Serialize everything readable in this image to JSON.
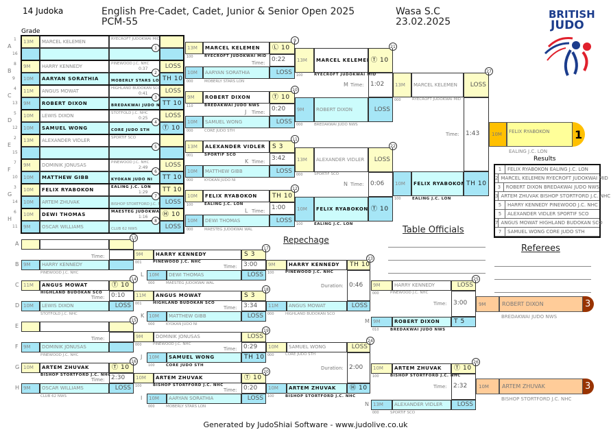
{
  "header": {
    "count": "14 Judoka",
    "title": "English Pre-Cadet, Cadet, Junior & Senior Open 2025",
    "category": "PCM-55",
    "venue": "Wasa S.C",
    "date": "23.02.2025",
    "grade_label": "Grade"
  },
  "logo": {
    "line1": "BRITISH",
    "line2": "JUDO"
  },
  "colors": {
    "yellow": "#fdfdc6",
    "blue": "#a6e6f6",
    "cyan": "#ccfcfc",
    "gold": "#ffc000",
    "bronze": "#ffcc99",
    "bronze_dark": "#993300",
    "logo_blue": "#1b3c8c",
    "logo_red": "#e0202c"
  },
  "labels": {
    "time": "Time:",
    "duration": "Duration:",
    "repechage": "Repechage",
    "table_officials": "Table Officials",
    "referees": "Referees",
    "results": "Results",
    "footer": "Generated by JudoShiai Software - www.judolive.co.uk"
  },
  "round1": [
    {
      "num": "1",
      "letter": "A",
      "time": "",
      "top": {
        "seed": "1",
        "grade": "13M",
        "name": "MARCEL KELEMEN",
        "club": "RYECROFT JUDOKWAI MID",
        "score": "",
        "win": false
      },
      "bot": {
        "seed": "16",
        "grade": "",
        "name": "",
        "club": "",
        "score": "",
        "win": false
      }
    },
    {
      "num": "2",
      "letter": "B",
      "time": "0:37",
      "top": {
        "seed": "8",
        "grade": "9M",
        "name": "HARRY KENNEDY",
        "club": "PINEWOOD J.C. NHC",
        "score": "LOSS",
        "win": false
      },
      "bot": {
        "seed": "9",
        "grade": "10M",
        "name": "AARYAN SORATHIA",
        "club": "MOBERLY STARS LON",
        "score": "TH 10",
        "win": true
      }
    },
    {
      "num": "3",
      "letter": "C",
      "time": "0:41",
      "top": {
        "seed": "4",
        "grade": "11M",
        "name": "ANGUS MOWAT",
        "club": "HIGHLAND BUDOKAN SCO",
        "score": "LOSS",
        "win": false
      },
      "bot": {
        "seed": "13",
        "grade": "9M",
        "name": "ROBERT DIXON",
        "club": "BREDAKWAI JUDO NWS",
        "score": "TT 10",
        "win": true
      }
    },
    {
      "num": "4",
      "letter": "D",
      "time": "0:25",
      "top": {
        "seed": "5",
        "grade": "10M",
        "name": "LEWIS DIXON",
        "club": "STOTFOLD J.C. NHC",
        "score": "LOSS",
        "win": false
      },
      "bot": {
        "seed": "12",
        "grade": "10M",
        "name": "SAMUEL WONG",
        "club": "CORE JUDO STH",
        "score": "Ⓣ 10",
        "win": true
      }
    },
    {
      "num": "5",
      "letter": "E",
      "time": "",
      "top": {
        "seed": "2",
        "grade": "13M",
        "name": "ALEXANDER VIDLER",
        "club": "SPORTIF SCO",
        "score": "",
        "win": false
      },
      "bot": {
        "seed": "15",
        "grade": "",
        "name": "",
        "club": "",
        "score": "",
        "win": false
      }
    },
    {
      "num": "6",
      "letter": "F",
      "time": "2:49",
      "top": {
        "seed": "7",
        "grade": "9M",
        "name": "DOMINIK JONUSAS",
        "club": "PINEWOOD J.C. NHC",
        "score": "LOSS",
        "win": false
      },
      "bot": {
        "seed": "10",
        "grade": "10M",
        "name": "MATTHEW GIBB",
        "club": "KYOKAN JUDO NI",
        "score": "TT 10",
        "win": true
      }
    },
    {
      "num": "7",
      "letter": "G",
      "time": "1:29",
      "top": {
        "seed": "3",
        "grade": "10M",
        "name": "FELIX RYABOKON",
        "club": "EALING J.C. LON",
        "score": "TT 10",
        "win": true
      },
      "bot": {
        "seed": "14",
        "grade": "10M",
        "name": "ARTEM ZHUVAK",
        "club": "BISHOP STORTFORD J.C. NHC",
        "score": "LOSS",
        "win": false
      }
    },
    {
      "num": "8",
      "letter": "H",
      "time": "1:16",
      "top": {
        "seed": "6",
        "grade": "10M",
        "name": "DEWI THOMAS",
        "club": "MAESTEG JUDOKWAI WAL",
        "score": "Ⓗ 10",
        "win": true
      },
      "bot": {
        "seed": "11",
        "grade": "9M",
        "name": "OSCAR WILLIAMS",
        "club": "CLUB 62 NWS",
        "score": "LOSS",
        "win": false
      }
    }
  ],
  "round2": [
    {
      "num": "9",
      "letter": "",
      "time": "0:22",
      "top": {
        "grade": "13M",
        "name": "MARCEL KELEMEN",
        "club": "RYECROFT JUDOKWAI MID",
        "score": "Ⓛ 10",
        "code": "100",
        "win": true
      },
      "bot": {
        "grade": "10M",
        "name": "AARYAN SORATHIA",
        "club": "MOBERLY STARS LON",
        "score": "LOSS",
        "code": "000",
        "win": false
      }
    },
    {
      "num": "10",
      "letter": "J",
      "time": "0:20",
      "top": {
        "grade": "9M",
        "name": "ROBERT DIXON",
        "club": "BREDAKWAI JUDO NWS",
        "score": "Ⓣ 10",
        "code": "110",
        "win": true
      },
      "bot": {
        "grade": "10M",
        "name": "SAMUEL WONG",
        "club": "CORE JUDO STH",
        "score": "LOSS",
        "code": "000",
        "win": false
      }
    },
    {
      "num": "11",
      "letter": "K",
      "time": "3:42",
      "top": {
        "grade": "13M",
        "name": "ALEXANDER VIDLER",
        "club": "SPORTIF SCO",
        "score": "S 3",
        "code": "001",
        "win": true
      },
      "bot": {
        "grade": "10M",
        "name": "MATTHEW GIBB",
        "club": "KYOKAN JUDO NI",
        "score": "LOSS",
        "code": "000",
        "win": false
      }
    },
    {
      "num": "12",
      "letter": "L",
      "time": "1:00",
      "top": {
        "grade": "10M",
        "name": "FELIX RYABOKON",
        "club": "EALING J.C. LON",
        "score": "TH 10",
        "code": "100",
        "win": true
      },
      "bot": {
        "grade": "10M",
        "name": "DEWI THOMAS",
        "club": "MAESTEG JUDOKWAI WAL",
        "score": "LOSS",
        "code": "000",
        "win": false
      }
    }
  ],
  "round3": [
    {
      "num": "21",
      "letter": "M",
      "time": "1:02",
      "top": {
        "grade": "13M",
        "name": "MARCEL KELEMEN",
        "club": "RYECROFT JUDOKWAI MID",
        "score": "Ⓣ 10",
        "code": "100",
        "win": true
      },
      "bot": {
        "grade": "9M",
        "name": "ROBERT DIXON",
        "club": "BREDAKWAI JUDO NWS",
        "score": "LOSS",
        "code": "000",
        "win": false
      }
    },
    {
      "num": "22",
      "letter": "N",
      "time": "0:06",
      "top": {
        "grade": "13M",
        "name": "ALEXANDER VIDLER",
        "club": "SPORTIF SCO",
        "score": "LOSS",
        "code": "000",
        "win": false
      },
      "bot": {
        "grade": "10M",
        "name": "FELIX RYABOKON",
        "club": "EALING J.C. LON",
        "score": "Ⓣ 10",
        "code": "100",
        "win": true
      }
    }
  ],
  "final": [
    {
      "num": "27",
      "letter": "",
      "time": "1:43",
      "top": {
        "grade": "13M",
        "name": "MARCEL KELEMEN",
        "club": "RYECROFT JUDOKWAI MID",
        "score": "LOSS",
        "code": "000",
        "win": false
      },
      "bot": {
        "grade": "10M",
        "name": "FELIX RYABOKON",
        "club": "EALING J.C. LON",
        "score": "TH 10",
        "code": "100",
        "win": true
      }
    }
  ],
  "winner": {
    "place": "1",
    "grade": "10M",
    "name": "FELIX RYABOKON",
    "club": "EALING J.C. LON"
  },
  "rep1": [
    {
      "num": "13",
      "time": "",
      "top": {
        "letter": "A",
        "grade": "",
        "name": "",
        "club": "",
        "score": "",
        "win": false
      },
      "bot": {
        "letter": "B",
        "grade": "9M",
        "name": "HARRY KENNEDY",
        "club": "PINEWOOD J.C. NHC",
        "score": "",
        "win": false
      }
    },
    {
      "num": "14",
      "time": "0:10",
      "top": {
        "letter": "C",
        "grade": "11M",
        "name": "ANGUS MOWAT",
        "club": "HIGHLAND BUDOKAN SCO",
        "score": "Ⓣ 10",
        "win": true
      },
      "bot": {
        "letter": "D",
        "grade": "10M",
        "name": "LEWIS DIXON",
        "club": "STOTFOLD J.C. NHC",
        "score": "LOSS",
        "win": false
      }
    },
    {
      "num": "15",
      "time": "",
      "top": {
        "letter": "E",
        "grade": "",
        "name": "",
        "club": "",
        "score": "",
        "win": false
      },
      "bot": {
        "letter": "F",
        "grade": "9M",
        "name": "DOMINIK JONUSAS",
        "club": "PINEWOOD J.C. NHC",
        "score": "",
        "win": false
      }
    },
    {
      "num": "16",
      "time": "2:30",
      "top": {
        "letter": "G",
        "grade": "10M",
        "name": "ARTEM ZHUVAK",
        "club": "BISHOP STORTFORD J.C. NHC",
        "score": "Ⓣ 10",
        "win": true
      },
      "bot": {
        "letter": "H",
        "grade": "9M",
        "name": "OSCAR WILLIAMS",
        "club": "CLUB 62 NWS",
        "score": "LOSS",
        "win": false
      }
    }
  ],
  "rep2": [
    {
      "num": "17",
      "time": "3:00",
      "top": {
        "grade": "9M",
        "name": "HARRY KENNEDY",
        "club": "PINEWOOD J.C. NHC",
        "score": "S 3",
        "code": "001",
        "win": true
      },
      "bot": {
        "letter": "L",
        "grade": "10M",
        "name": "DEWI THOMAS",
        "club": "MAESTEG JUDOKWAI WAL",
        "score": "LOSS",
        "code": "000",
        "win": false
      }
    },
    {
      "num": "18",
      "time": "3:34",
      "top": {
        "grade": "11M",
        "name": "ANGUS MOWAT",
        "club": "HIGHLAND BUDOKAN SCO",
        "score": "S 3",
        "code": "001",
        "win": true
      },
      "bot": {
        "letter": "K",
        "grade": "10M",
        "name": "MATTHEW GIBB",
        "club": "KYOKAN JUDO NI",
        "score": "LOSS",
        "code": "000",
        "win": false
      }
    },
    {
      "num": "19",
      "time": "0:29",
      "top": {
        "grade": "9M",
        "name": "DOMINIK JONUSAS",
        "club": "PINEWOOD J.C. NHC",
        "score": "LOSS",
        "code": "000",
        "win": false
      },
      "bot": {
        "letter": "J",
        "grade": "10M",
        "name": "SAMUEL WONG",
        "club": "CORE JUDO STH",
        "score": "TH 10",
        "code": "100",
        "win": true
      }
    },
    {
      "num": "20",
      "time": "0:20",
      "top": {
        "grade": "10M",
        "name": "ARTEM ZHUVAK",
        "club": "BISHOP STORTFORD J.C. NHC",
        "score": "Ⓣ 10",
        "code": "100",
        "win": true
      },
      "bot": {
        "letter": "I",
        "grade": "10M",
        "name": "AARYAN SORATHIA",
        "club": "MOBERLY STARS LON",
        "score": "LOSS",
        "code": "000",
        "win": false
      }
    }
  ],
  "rep3": [
    {
      "num": "23",
      "time": "0:46",
      "top": {
        "grade": "9M",
        "name": "HARRY KENNEDY",
        "club": "PINEWOOD J.C. NHC",
        "score": "TH 10",
        "code": "100",
        "win": true
      },
      "bot": {
        "grade": "11M",
        "name": "ANGUS MOWAT",
        "club": "HIGHLAND BUDOKAN SCO",
        "score": "LOSS",
        "code": "000",
        "win": false
      }
    },
    {
      "num": "24",
      "time": "2:00",
      "top": {
        "grade": "10M",
        "name": "SAMUEL WONG",
        "club": "CORE JUDO STH",
        "score": "LOSS",
        "code": "000",
        "win": false
      },
      "bot": {
        "grade": "10M",
        "name": "ARTEM ZHUVAK",
        "club": "BISHOP STORTFORD J.C. NHC",
        "score": "Ⓗ 10",
        "code": "100",
        "win": true
      }
    }
  ],
  "bronze": [
    {
      "num": "25",
      "time": "3:00",
      "top": {
        "grade": "9M",
        "name": "HARRY KENNEDY",
        "club": "PINEWOOD J.C. NHC",
        "score": "LOSS",
        "code": "000",
        "win": false
      },
      "bot": {
        "letter": "M",
        "grade": "9M",
        "name": "ROBERT DIXON",
        "club": "BREDAKWAI JUDO NWS",
        "score": "T 5",
        "code": "010",
        "win": true
      }
    },
    {
      "num": "26",
      "time": "2:32",
      "top": {
        "grade": "10M",
        "name": "ARTEM ZHUVAK",
        "club": "BISHOP STORTFORD J.C. NHC",
        "score": "Ⓣ 10",
        "code": "100",
        "win": true
      },
      "bot": {
        "letter": "N",
        "grade": "13M",
        "name": "ALEXANDER VIDLER",
        "club": "SPORTIF SCO",
        "score": "LOSS",
        "code": "000",
        "win": false
      }
    }
  ],
  "bronze_results": [
    {
      "place": "3",
      "grade": "9M",
      "name": "ROBERT DIXON",
      "club": "BREDAKWAI JUDO NWS"
    },
    {
      "place": "3",
      "grade": "10M",
      "name": "ARTEM ZHUVAK",
      "club": "BISHOP STORTFORD J.C. NHC"
    }
  ],
  "results": [
    {
      "place": "1",
      "text": "FELIX RYABOKON EALING J.C. LON"
    },
    {
      "place": "2",
      "text": "MARCEL KELEMEN RYECROFT JUDOKWAI MID"
    },
    {
      "place": "3",
      "text": "ROBERT DIXON BREDAKWAI JUDO NWS"
    },
    {
      "place": "3",
      "text": "ARTEM ZHUVAK BISHOP STORTFORD J.C. NHC"
    },
    {
      "place": "5",
      "text": "HARRY KENNEDY PINEWOOD J.C. NHC"
    },
    {
      "place": "5",
      "text": "ALEXANDER VIDLER SPORTIF SCO"
    },
    {
      "place": "7",
      "text": "ANGUS MOWAT HIGHLAND BUDOKAN SCO"
    },
    {
      "place": "7",
      "text": "SAMUEL WONG CORE JUDO STH"
    }
  ]
}
